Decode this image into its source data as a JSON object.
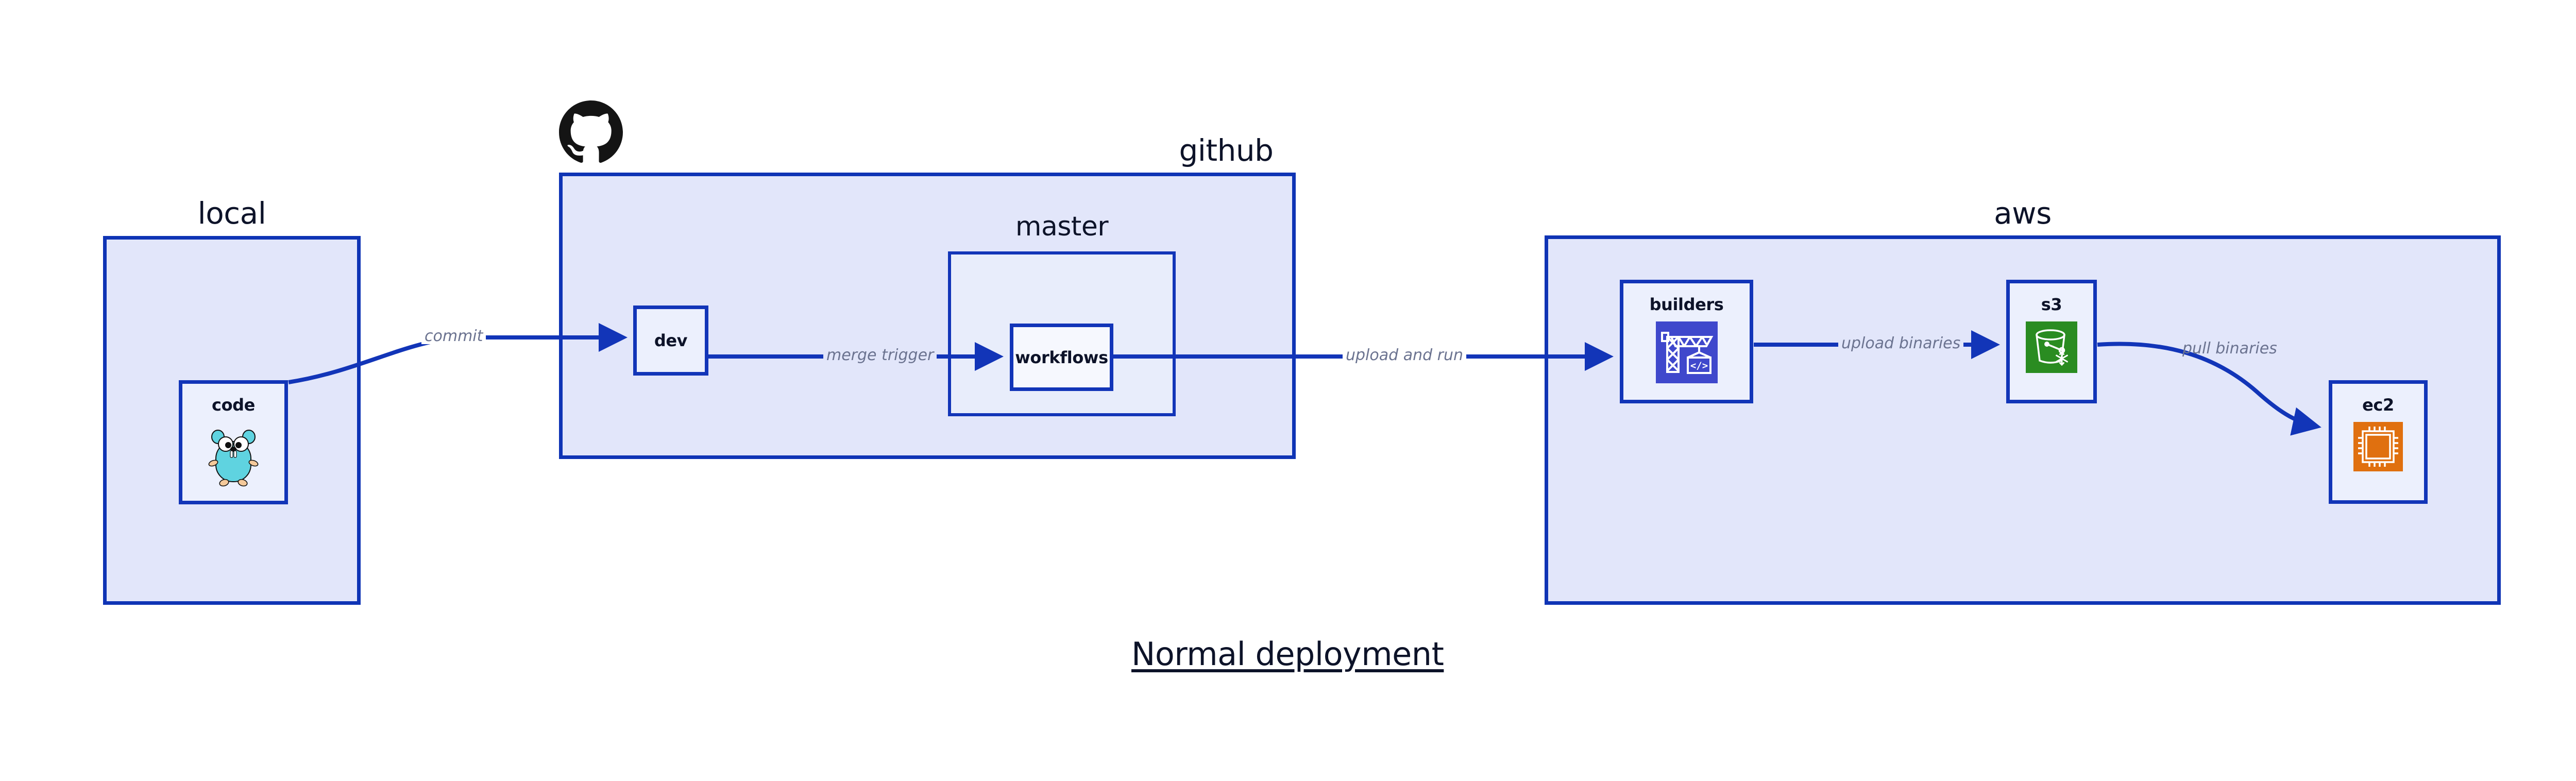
{
  "figure": {
    "title": "Normal deployment"
  },
  "colors": {
    "group_fill": "#e2e6fa",
    "group_stroke": "#0f34b5",
    "node_fill": "#ecf0fd",
    "node_stroke": "#1235b8",
    "edge_stroke": "#1235b8",
    "edge_label": "#6b7390",
    "text": "#0d1329",
    "builders_icon": "#3f48cc",
    "s3_icon": "#2a8c21",
    "ec2_icon": "#e0700f",
    "go_gopher": "#5fd3e0"
  },
  "groups": [
    {
      "id": "local",
      "label": "local"
    },
    {
      "id": "github",
      "label": "github"
    },
    {
      "id": "aws",
      "label": "aws"
    }
  ],
  "subgroups": [
    {
      "id": "master",
      "label": "master",
      "parent": "github"
    }
  ],
  "nodes": [
    {
      "id": "code",
      "label": "code",
      "group": "local",
      "icon": "go-gopher-icon"
    },
    {
      "id": "dev",
      "label": "dev",
      "group": "github",
      "icon": null
    },
    {
      "id": "workflows",
      "label": "workflows",
      "group": "master",
      "icon": null
    },
    {
      "id": "builders",
      "label": "builders",
      "group": "aws",
      "icon": "crane-code-icon"
    },
    {
      "id": "s3",
      "label": "s3",
      "group": "aws",
      "icon": "s3-bucket-icon"
    },
    {
      "id": "ec2",
      "label": "ec2",
      "group": "aws",
      "icon": "cpu-chip-icon"
    }
  ],
  "edges": [
    {
      "id": "commit",
      "label": "commit",
      "from": "code",
      "to": "dev"
    },
    {
      "id": "merge-trigger",
      "label": "merge trigger",
      "from": "dev",
      "to": "workflows"
    },
    {
      "id": "upload-and-run",
      "label": "upload and run",
      "from": "workflows",
      "to": "builders"
    },
    {
      "id": "upload-binaries",
      "label": "upload binaries",
      "from": "builders",
      "to": "s3"
    },
    {
      "id": "pull-binaries",
      "label": "pull binaries",
      "from": "s3",
      "to": "ec2"
    }
  ],
  "icons": {
    "github_logo": "github-octocat-icon"
  }
}
